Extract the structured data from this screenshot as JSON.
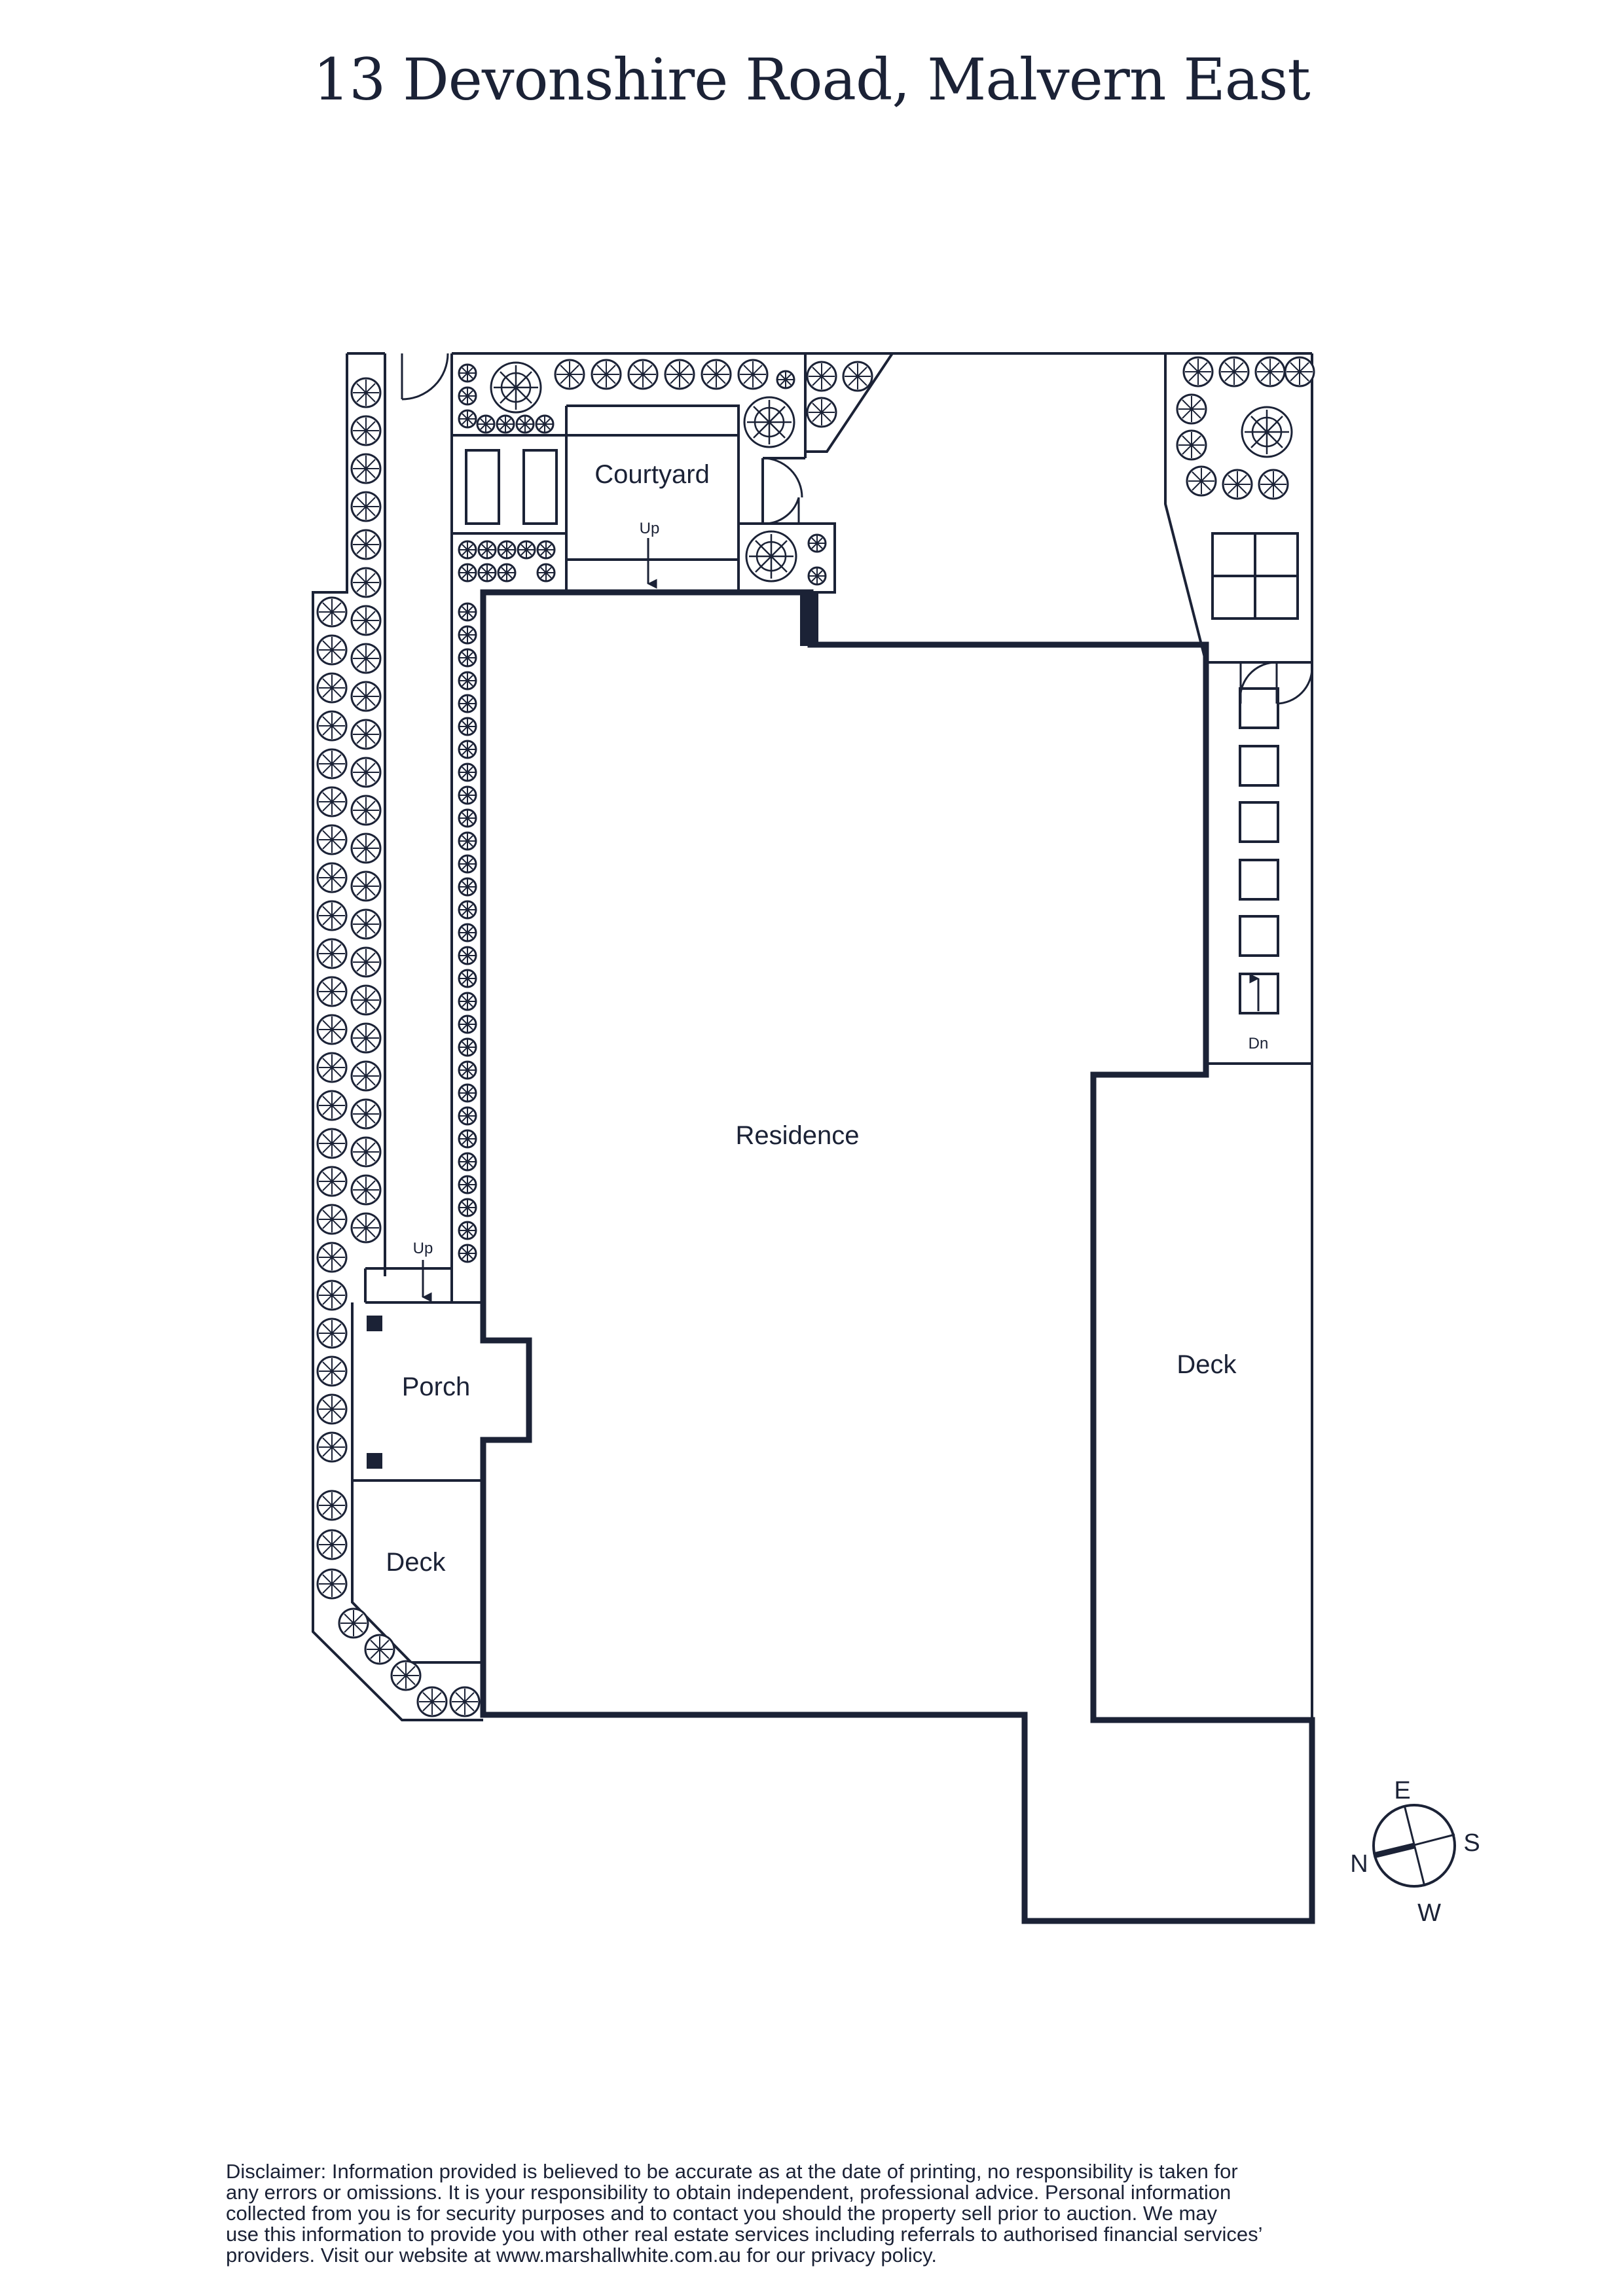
{
  "title": "13 Devonshire Road, Malvern East",
  "rooms": {
    "courtyard": "Courtyard",
    "residence": "Residence",
    "deck_east": "Deck",
    "porch": "Porch",
    "deck_west": "Deck"
  },
  "stair_labels": {
    "courtyard_up": "Up",
    "porch_up": "Up",
    "deck_dn": "Dn"
  },
  "compass": {
    "north": "N",
    "east": "E",
    "south": "S",
    "west": "W"
  },
  "disclaimer": "Disclaimer: Information provided is believed to be accurate as at the date of printing, no responsibility is taken for\nany errors or omissions. It is your responsibility to obtain independent, professional advice. Personal information\ncollected from you is for security purposes and to contact you should the property sell prior to auction. We may\nuse this information to provide you with other real estate services including referrals to authorised financial services’\nproviders. Visit our website at www.marshallwhite.com.au for our privacy policy.",
  "colors": {
    "ink": "#1b2236",
    "background": "#ffffff"
  }
}
